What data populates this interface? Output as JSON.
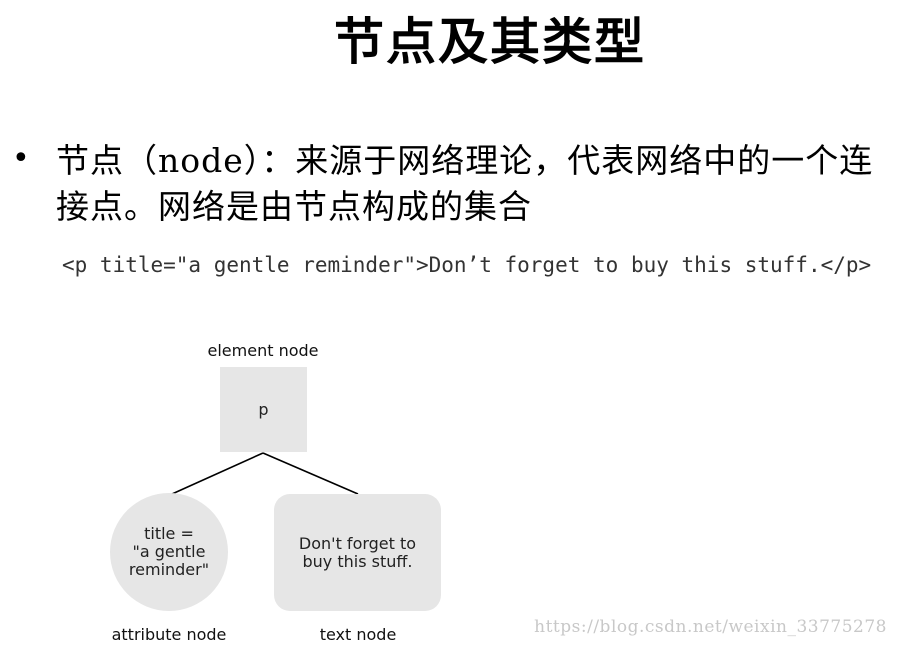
{
  "slide": {
    "title": "节点及其类型",
    "bullet_symbol": "•",
    "bullet_text": "节点（node）：来源于网络理论，代表网络中的一个连接点。网络是由节点构成的集合",
    "code_example": "<p title=\"a gentle reminder\">Don’t forget to buy this stuff.</p>"
  },
  "diagram": {
    "element_node_label": "element node",
    "element_node_content": "p",
    "attribute_node_content": "title =\n\"a gentle\nreminder\"",
    "attribute_node_label": "attribute node",
    "text_node_content": "Don't forget to\nbuy this stuff.",
    "text_node_label": "text node"
  },
  "watermark": "https://blog.csdn.net/weixin_33775278"
}
